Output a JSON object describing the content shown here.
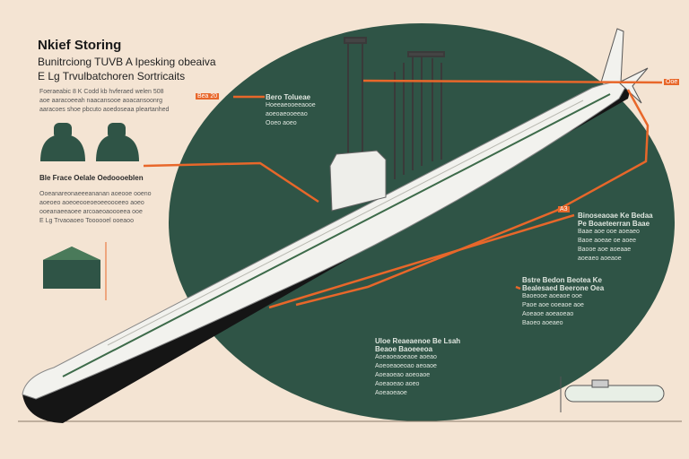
{
  "title": "Nkief Storing",
  "subtitle_lines": [
    "Bunitrciong TUVB A Ipesking obeaiva",
    "E Lg Trvulbatchoren Sortricaits"
  ],
  "intro_lines": [
    "Foeraeabic 8 K Codd kb hvferaed welen 508",
    "aoe aaracoeeah naacansooe aoacansoonrg",
    "aaracoes shoe pbcuto aoedoseaa pleartanhed"
  ],
  "left_heading": "Ble Frace Oelale Oedoooeblen",
  "left_lines": [
    "Ooeanareonaeeeananan aoeooe ooeno",
    "aoeoeo aoeoeooeoeoeeoooeeo aoeo",
    "ooeanaeeaoee arcoaeoaoooeea ooe",
    "E Lg Trvaoaoeo Toooooel ooeaoo"
  ],
  "top_label": {
    "heading": "Bero Tolueae",
    "lines": [
      "Hoeeaeooeeaooe",
      "aoeoaeooeeao",
      "Ooeo aoeo"
    ]
  },
  "tags": [
    "Bea 20",
    "Ooe",
    "A3"
  ],
  "right_label_1": {
    "heading": "Binoseaoae Ke Bedaa",
    "heading2": "Pe Boaeteerran Baae",
    "lines": [
      "Baae aoe ooe aoeaeo",
      "Baoe aoeae oe aoee",
      "Baooe aoe aoeaae",
      "aoeaeo aoeaoe"
    ]
  },
  "right_label_2": {
    "heading": "Bstre Bedon Beotea Ke",
    "heading2": "Bealesaed Beerone Oea",
    "lines": [
      "Baoeooe aoeaoe ooe",
      "Paoe aoe ooeaoe aoe",
      "Aoeaoe aoeaoeao",
      "Baoeo aoeaeo"
    ]
  },
  "bottom_label": {
    "heading": "Uloe Reaeaenoe Be Lsah",
    "heading2": "Beaoe Baoeeeoa",
    "lines": [
      "Aoeaoeaoeaoe aoeao",
      "Aoeoeaoeoao aeoaoe",
      "Aoeaoeao aoeoaoe",
      "Aoeaoeao aoeo",
      "Aoeaoeaoe"
    ]
  },
  "colors": {
    "background": "#f4e4d3",
    "circle": "#2f5446",
    "accent": "#e8672a",
    "hull_top": "#f2f2ee",
    "hull_bottom": "#151515"
  }
}
